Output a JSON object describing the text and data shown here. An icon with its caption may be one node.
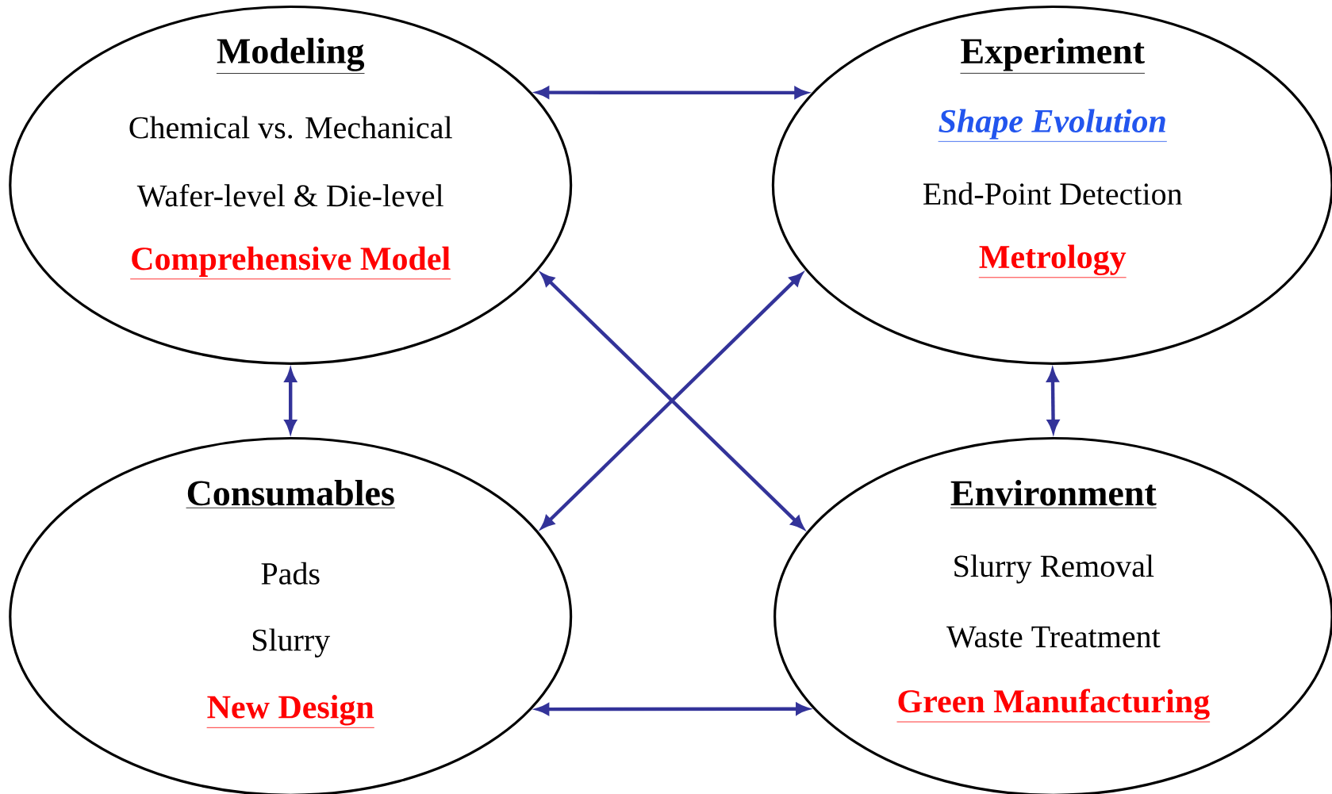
{
  "diagram": {
    "nodes": [
      {
        "text": [
          "Modeling",
          "Chemical vs. Mechanical",
          "Wafer-level & Die-level",
          "Comprehensive Model"
        ]
      },
      {
        "text": [
          "Experiment",
          "Shape Evolution",
          "End-Point Detection",
          "Metrology"
        ]
      },
      {
        "text": [
          "Consumables",
          "Pads",
          "Slurry",
          "New Design"
        ]
      },
      {
        "text": [
          "Environment",
          "Slurry Removal",
          "Waste Treatment",
          "Green Manufacturing"
        ]
      }
    ],
    "edges": [
      {
        "from": 0,
        "to": 1,
        "arrow": "both"
      },
      {
        "from": 0,
        "to": 3,
        "arrow": "both"
      },
      {
        "from": 1,
        "to": 2,
        "arrow": "both"
      },
      {
        "from": 0,
        "to": 2,
        "arrow": "both"
      },
      {
        "from": 1,
        "to": 3,
        "arrow": "both"
      },
      {
        "from": 2,
        "to": 3,
        "arrow": "both"
      }
    ]
  }
}
